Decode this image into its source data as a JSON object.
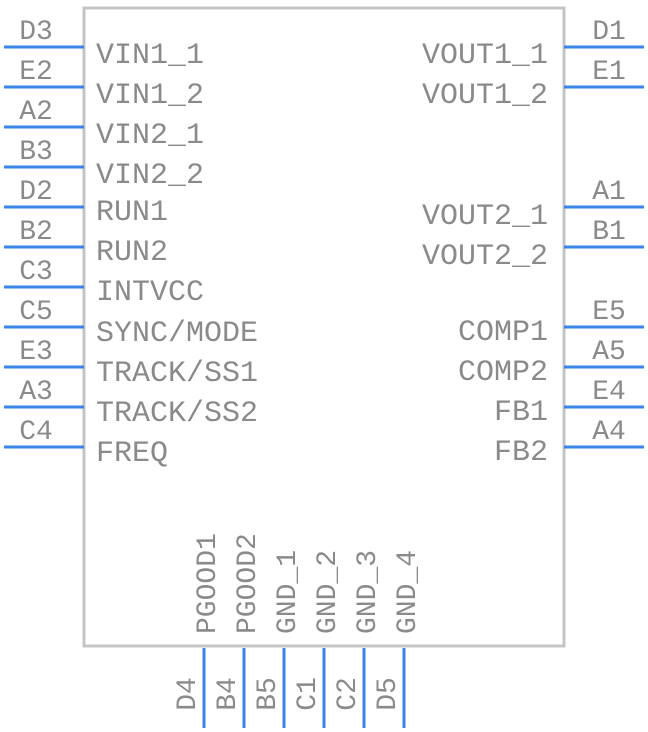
{
  "component": {
    "left_pins": [
      {
        "number": "D3",
        "name": "VIN1_1"
      },
      {
        "number": "E2",
        "name": "VIN1_2"
      },
      {
        "number": "A2",
        "name": "VIN2_1"
      },
      {
        "number": "B3",
        "name": "VIN2_2"
      },
      {
        "number": "D2",
        "name": "RUN1"
      },
      {
        "number": "B2",
        "name": "RUN2"
      },
      {
        "number": "C3",
        "name": "INTVCC"
      },
      {
        "number": "C5",
        "name": "SYNC/MODE"
      },
      {
        "number": "E3",
        "name": "TRACK/SS1"
      },
      {
        "number": "A3",
        "name": "TRACK/SS2"
      },
      {
        "number": "C4",
        "name": "FREQ"
      }
    ],
    "right_pins": [
      {
        "number": "D1",
        "name": "VOUT1_1"
      },
      {
        "number": "E1",
        "name": "VOUT1_2"
      },
      {
        "number": "A1",
        "name": "VOUT2_1"
      },
      {
        "number": "B1",
        "name": "VOUT2_2"
      },
      {
        "number": "E5",
        "name": "COMP1"
      },
      {
        "number": "A5",
        "name": "COMP2"
      },
      {
        "number": "E4",
        "name": "FB1"
      },
      {
        "number": "A4",
        "name": "FB2"
      }
    ],
    "bottom_pins": [
      {
        "number": "D4",
        "name": "PGOOD1"
      },
      {
        "number": "B4",
        "name": "PGOOD2"
      },
      {
        "number": "B5",
        "name": "GND_1"
      },
      {
        "number": "C1",
        "name": "GND_2"
      },
      {
        "number": "C2",
        "name": "GND_3"
      },
      {
        "number": "D5",
        "name": "GND_4"
      }
    ]
  },
  "colors": {
    "pin": "#3a86e8",
    "body_outline": "#c4c4c4",
    "text": "#8a8a8a"
  }
}
